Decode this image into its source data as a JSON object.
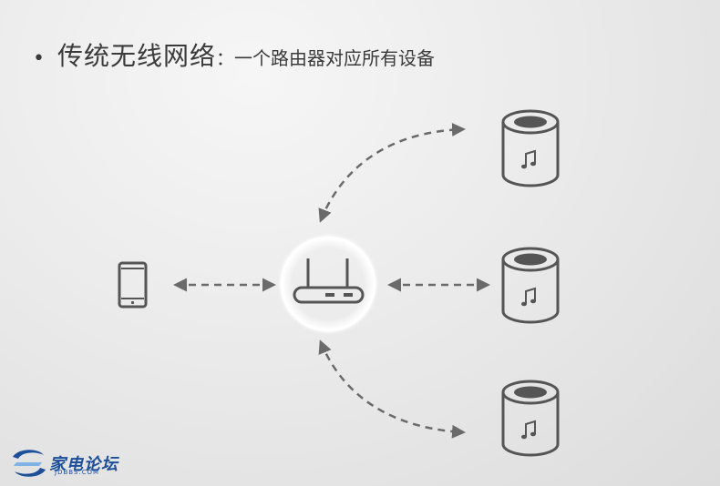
{
  "header": {
    "bullet": "•",
    "title": "传统无线网络",
    "subtitle": "：一个路由器对应所有设备"
  },
  "logo": {
    "name": "家电论坛",
    "domain": "JDBBS.COM"
  },
  "colors": {
    "stroke": "#555555",
    "arrow": "#6a6a6a"
  }
}
